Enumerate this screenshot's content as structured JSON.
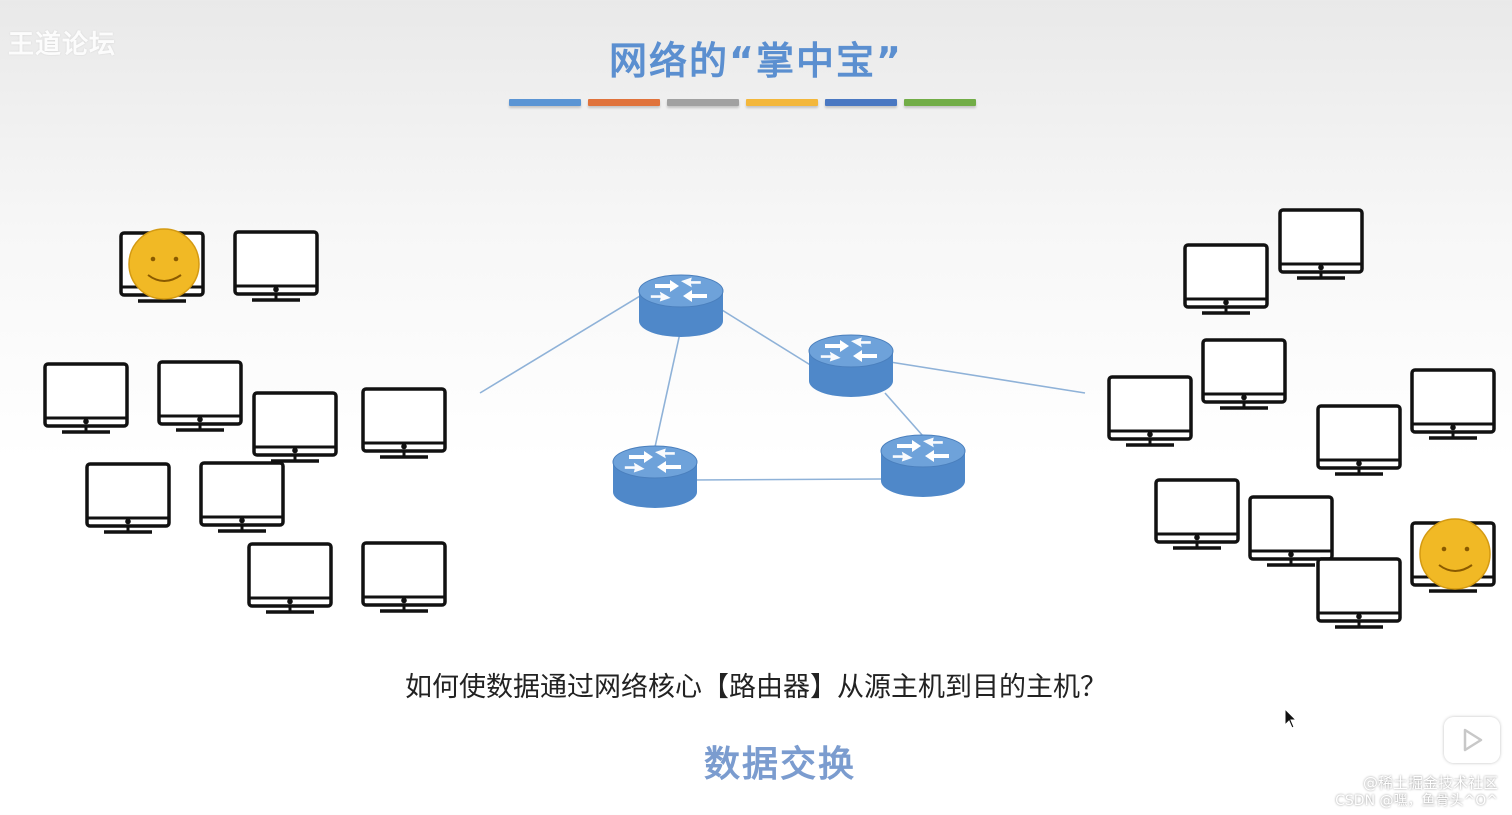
{
  "watermark": "王道论坛",
  "title": "网络的“掌中宝”",
  "color_bar": [
    "#5b95d4",
    "#e0733c",
    "#a1a1a1",
    "#f3b73b",
    "#4a78c2",
    "#72ad47"
  ],
  "question": "如何使数据通过网络核心【路由器】从源主机到目的主机？",
  "answer": "数据交换",
  "credit_line1": "@稀土掘金技术社区",
  "credit_line2": "CSDN @嘿，鱼骨头^O^",
  "colors": {
    "router_top": "#6ea2da",
    "router_body": "#4f88c9",
    "link_line": "#8fb2d8",
    "smiley_face": "#f1b925",
    "monitor_stroke": "#111111"
  },
  "icons": {
    "host": "desktop-monitor-icon",
    "router": "router-icon",
    "user": "smiley-face-icon",
    "play": "play-icon",
    "cursor": "mouse-cursor-icon"
  }
}
